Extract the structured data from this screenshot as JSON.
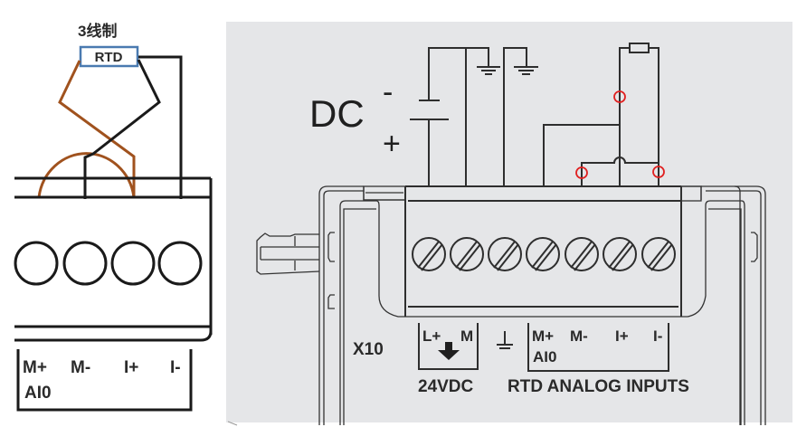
{
  "left_diagram": {
    "title": "3线制",
    "sensor_label": "RTD",
    "terminal_count": 4,
    "terminal_labels": [
      "M+",
      "M-",
      "I+",
      "I-"
    ],
    "channel_label": "AI0",
    "colors": {
      "wire_brown": "#a0521e",
      "wire_black": "#1a1a1a",
      "sensor_border": "#4a7ab0"
    }
  },
  "right_diagram": {
    "supply_label": "DC",
    "minus_sign": "-",
    "plus_sign": "+",
    "connector_label": "X10",
    "power_terminals": [
      "L+",
      "M"
    ],
    "power_caption": "24VDC",
    "input_terminals": [
      "M+",
      "M-",
      "I+",
      "I-"
    ],
    "input_channel": "AI0",
    "input_caption": "RTD ANALOG INPUTS",
    "screw_count": 7,
    "highlight_markers": 3,
    "colors": {
      "background": "#e5e6e8",
      "line": "#2e2e2e",
      "marker": "#e02020"
    }
  }
}
